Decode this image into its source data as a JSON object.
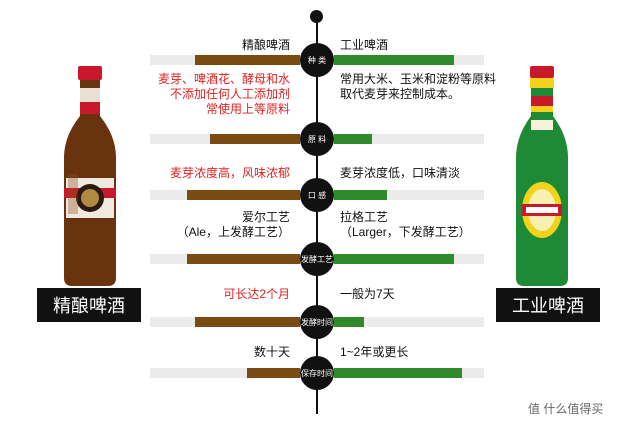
{
  "left_title": "精酿啤酒",
  "right_title": "工业啤酒",
  "watermark": "值 什么值得买",
  "rows": [
    {
      "node": "种 类",
      "left": [
        "精酿啤酒"
      ],
      "left_red": false,
      "right": [
        "工业啤酒"
      ],
      "left_fill": 0.7,
      "right_fill": 0.8
    },
    {
      "node": "原 料",
      "left": [
        "麦芽、啤酒花、酵母和水",
        "不添加任何人工添加剂",
        "常使用上等原料"
      ],
      "left_red": true,
      "right": [
        "常用大米、玉米和淀粉等原料",
        "取代麦芽来控制成本。"
      ],
      "left_fill": 0.6,
      "right_fill": 0.25
    },
    {
      "node": "口 感",
      "left": [
        "麦芽浓度高，风味浓郁"
      ],
      "left_red": true,
      "right": [
        "麦芽浓度低，口味清淡"
      ],
      "left_fill": 0.75,
      "right_fill": 0.35
    },
    {
      "node": "发酵工艺",
      "left": [
        "爱尔工艺",
        "（Ale，上发酵工艺）"
      ],
      "left_red": false,
      "right": [
        "拉格工艺",
        "（Larger，下发酵工艺）"
      ],
      "left_fill": 0.75,
      "right_fill": 0.8
    },
    {
      "node": "发酵时间",
      "left": [
        "可长达2个月"
      ],
      "left_red": true,
      "right": [
        "一般为7天"
      ],
      "left_fill": 0.7,
      "right_fill": 0.2
    },
    {
      "node": "保存时间",
      "left": [
        "数十天"
      ],
      "left_red": false,
      "right": [
        "1~2年或更长"
      ],
      "left_fill": 0.35,
      "right_fill": 0.85
    }
  ]
}
